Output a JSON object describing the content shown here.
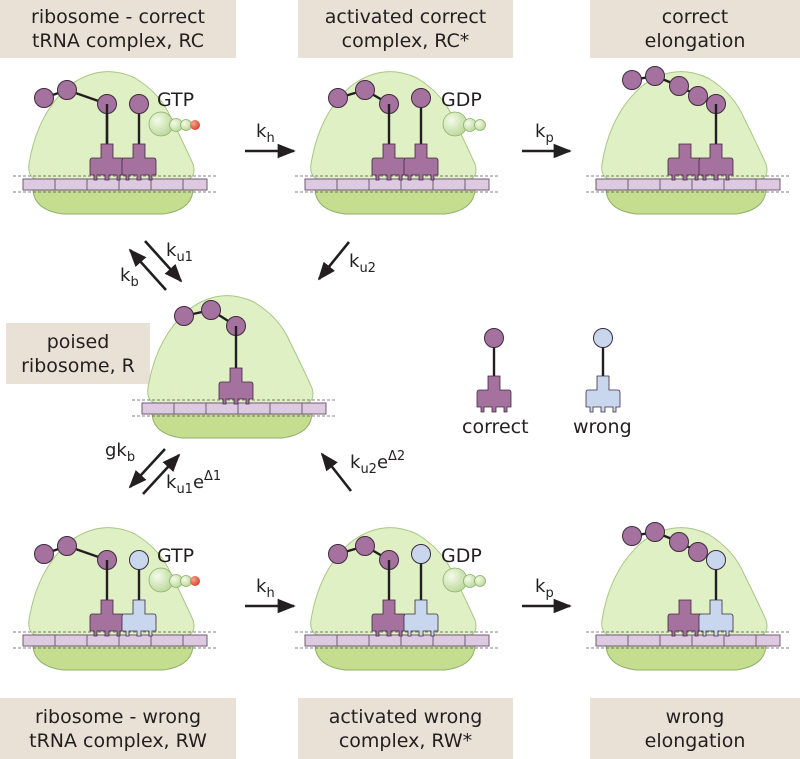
{
  "labels": {
    "rc": [
      "ribosome - correct",
      "tRNA complex, RC"
    ],
    "rc_star": [
      "activated correct",
      "complex, RC*"
    ],
    "correct_elongation": [
      "correct",
      "elongation"
    ],
    "r": [
      "poised",
      "ribosome, R"
    ],
    "rw": [
      "ribosome - wrong",
      "tRNA complex, RW"
    ],
    "rw_star": [
      "activated wrong",
      "complex, RW*"
    ],
    "wrong_elongation": [
      "wrong",
      "elongation"
    ]
  },
  "nucleotides": {
    "gtp": "GTP",
    "gdp": "GDP"
  },
  "rates": {
    "kh": {
      "base": "k",
      "sub": "h"
    },
    "kp": {
      "base": "k",
      "sub": "p"
    },
    "ku1": {
      "base": "k",
      "sub": "u1"
    },
    "kb": {
      "base": "k",
      "sub": "b"
    },
    "ku2": {
      "base": "k",
      "sub": "u2"
    },
    "gkb": {
      "base": "gk",
      "sub": "b"
    },
    "ku1_exp": {
      "base": "k",
      "sub": "u1",
      "e": "e",
      "sup": "Δ1"
    },
    "ku2_exp": {
      "base": "k",
      "sub": "u2",
      "e": "e",
      "sup": "Δ2"
    }
  },
  "legend": {
    "correct": "correct",
    "wrong": "wrong"
  },
  "colors": {
    "label_bg": "#e9e1d6",
    "ribosome_large": "#dff0c4",
    "ribosome_small": "#c4dd8e",
    "mrna": "#ddc9e0",
    "trna_correct": "#a5719f",
    "trna_wrong": "#c8d6ee",
    "ef_tu": "#d6edb8",
    "gtp_phosphate": "#e2523e"
  }
}
